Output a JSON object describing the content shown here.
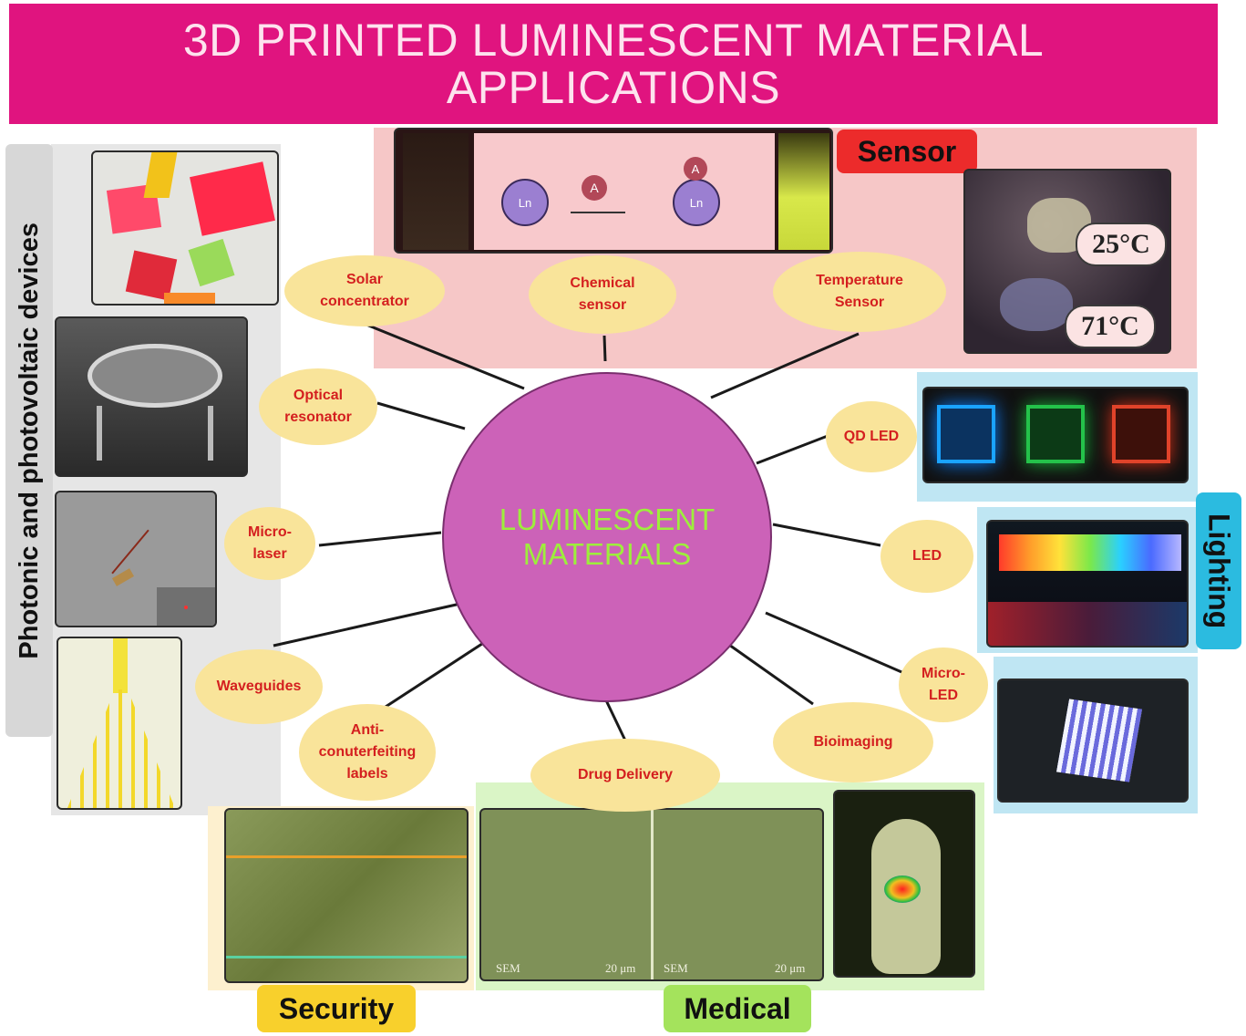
{
  "title": {
    "line1": "3D PRINTED LUMINESCENT MATERIAL",
    "line2": "APPLICATIONS"
  },
  "hub_label": {
    "line1": "LUMINESCENT",
    "line2": "MATERIALS"
  },
  "categories": {
    "photonic": "Photonic and photovoltaic devices",
    "sensor": "Sensor",
    "lighting": "Lighting",
    "security": "Security",
    "medical": "Medical"
  },
  "applications": {
    "solar": {
      "line1": "Solar",
      "line2": "concentrator"
    },
    "chemical": {
      "line1": "Chemical",
      "line2": "sensor"
    },
    "temperature": {
      "line1": "Temperature",
      "line2": "Sensor"
    },
    "optical": {
      "line1": "Optical",
      "line2": "resonator"
    },
    "qdled": {
      "line1": "QD LED"
    },
    "microlaser": {
      "line1": "Micro-",
      "line2": "laser"
    },
    "led": {
      "line1": "LED"
    },
    "waveguides": {
      "line1": "Waveguides"
    },
    "microled": {
      "line1": "Micro-",
      "line2": "LED"
    },
    "anticounterfeit": {
      "line1": "Anti-",
      "line2": "conuterfeiting",
      "line3": "labels"
    },
    "drug": {
      "line1": "Drug Delivery"
    },
    "bioimaging": {
      "line1": "Bioimaging"
    }
  },
  "image_text": {
    "temp_high": "25°C",
    "temp_low": "71°C",
    "chem_reagent": "A",
    "chem_reagent2": "A",
    "chem_ion": "Ln",
    "chem_ion2": "Ln",
    "sem_left": "SEM",
    "sem_right": "SEM",
    "scale_left": "20 μm",
    "scale_right": "20 μm"
  },
  "colors": {
    "banner": "#e0147f",
    "hub": "#cc62b8",
    "hub_text": "#9dee3c",
    "bubble": "#f9e49a",
    "bubble_text": "#d41f1f",
    "sensor_bg": "#f6c7c7",
    "sensor_label": "#ec2b2b",
    "lighting_bg": "#bfe6f3",
    "lighting_label": "#2bbbe0",
    "photonic_bg": "#e6e6e6",
    "security_bg": "#fdf0cf",
    "security_label": "#f8d02c",
    "medical_bg": "#daf5c6",
    "medical_label": "#a4e35c"
  }
}
